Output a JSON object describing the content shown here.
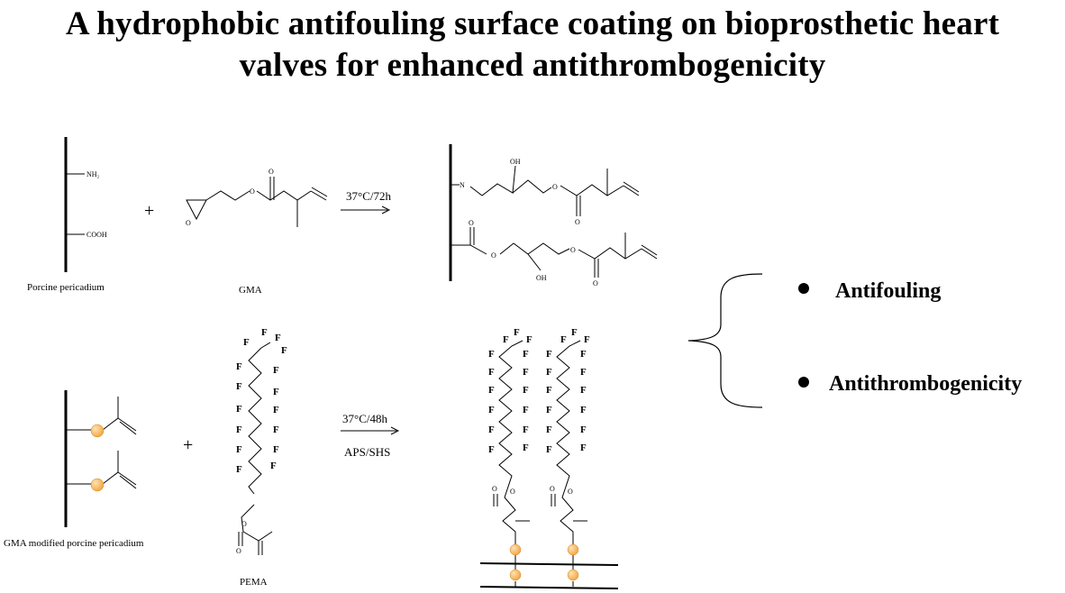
{
  "title": {
    "line1": "A hydrophobic antifouling surface coating on bioprosthetic heart",
    "line2": "valves for enhanced antithrombogenicity"
  },
  "groups": {
    "nh2": "NH₂",
    "cooh": "COOH",
    "n": "N",
    "oh": "OH",
    "o": "O",
    "f": "F"
  },
  "labels": {
    "porcine": "Porcine pericadium",
    "gma": "GMA",
    "gma_modified": "GMA modified porcine pericadium",
    "pema": "PEMA",
    "plus": "+"
  },
  "reactions": {
    "step1": "37°C/72h",
    "step2_top": "37°C/48h",
    "step2_bottom": "APS/SHS"
  },
  "properties": [
    "Antifouling",
    "Antithrombogenicity"
  ],
  "colors": {
    "sphere": "#f0a542",
    "sphere_highlight": "#ffe2b0",
    "line": "#000000"
  }
}
